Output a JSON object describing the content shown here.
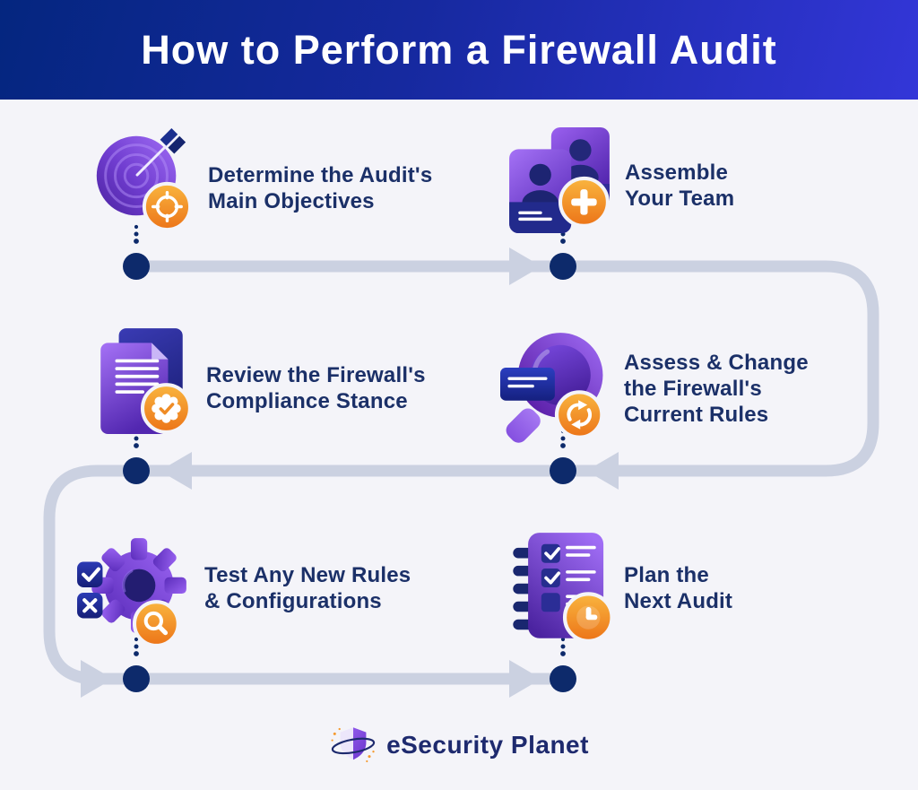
{
  "title": "How to Perform a Firewall Audit",
  "colors": {
    "page_background": "#f4f4f9",
    "banner_gradient_from": "#04267f",
    "banner_gradient_to": "#3336d8",
    "step_text": "#1b3068",
    "connector": "#cbd1e1",
    "node": "#0d2a6b",
    "icon_purple_light": "#a06df5",
    "icon_purple_dark": "#4b23a0",
    "badge_orange_light": "#f9b53f",
    "badge_orange_dark": "#ec7418"
  },
  "steps": [
    {
      "id": 1,
      "icon": "target-dartboard-icon",
      "badge": "crosshair-badge-icon",
      "lines": [
        "Determine the Audit's",
        "Main Objectives"
      ]
    },
    {
      "id": 2,
      "icon": "team-id-cards-icon",
      "badge": "plus-badge-icon",
      "lines": [
        "Assemble",
        "Your Team"
      ]
    },
    {
      "id": 3,
      "icon": "compliance-documents-icon",
      "badge": "seal-check-badge-icon",
      "lines": [
        "Review the Firewall's",
        "Compliance Stance"
      ]
    },
    {
      "id": 4,
      "icon": "magnifier-rules-icon",
      "badge": "refresh-badge-icon",
      "lines": [
        "Assess & Change",
        "the Firewall's",
        "Current Rules"
      ]
    },
    {
      "id": 5,
      "icon": "gear-test-icon",
      "badge": "search-badge-icon",
      "lines": [
        "Test Any New Rules",
        "& Configurations"
      ]
    },
    {
      "id": 6,
      "icon": "notebook-plan-icon",
      "badge": "clock-badge-icon",
      "lines": [
        "Plan the",
        "Next Audit"
      ]
    }
  ],
  "flow": {
    "direction": "1→2→4→3→5→6 serpentine",
    "node_count": 6,
    "arrowhead_count": 5
  },
  "logo": {
    "text": "eSecurity Planet",
    "icon": "shield-planet-logo-icon"
  }
}
